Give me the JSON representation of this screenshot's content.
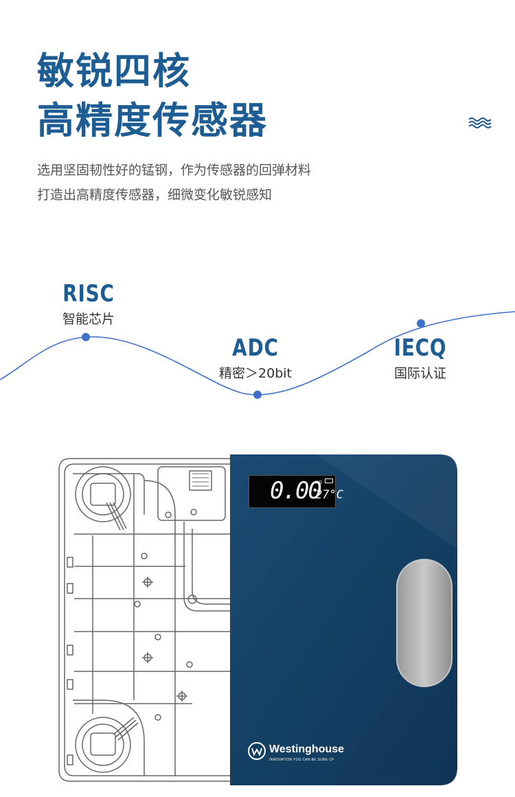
{
  "heading": {
    "line1": "敏锐四核",
    "line2": "高精度传感器"
  },
  "description": {
    "line1": "选用坚固韧性好的锰钢，作为传感器的回弹材料",
    "line2": "打造出高精度传感器，细微变化敏锐感知"
  },
  "features": [
    {
      "title": "RISC",
      "subtitle": "智能芯片"
    },
    {
      "title": "ADC",
      "subtitle": "精密＞20bit"
    },
    {
      "title": "IECQ",
      "subtitle": "国际认证"
    }
  ],
  "display": {
    "weight": "0.00",
    "unit": "KG",
    "temperature": "27°C"
  },
  "brand": {
    "name": "Westinghouse",
    "tagline": "INNOVATION YOU CAN BE SURE OF"
  },
  "colors": {
    "accent": "#1d5d94",
    "wave_line": "#3f6fc8",
    "scale_glass": "#143f63"
  },
  "icons": [
    "wave-icon",
    "brand-logo-icon"
  ]
}
